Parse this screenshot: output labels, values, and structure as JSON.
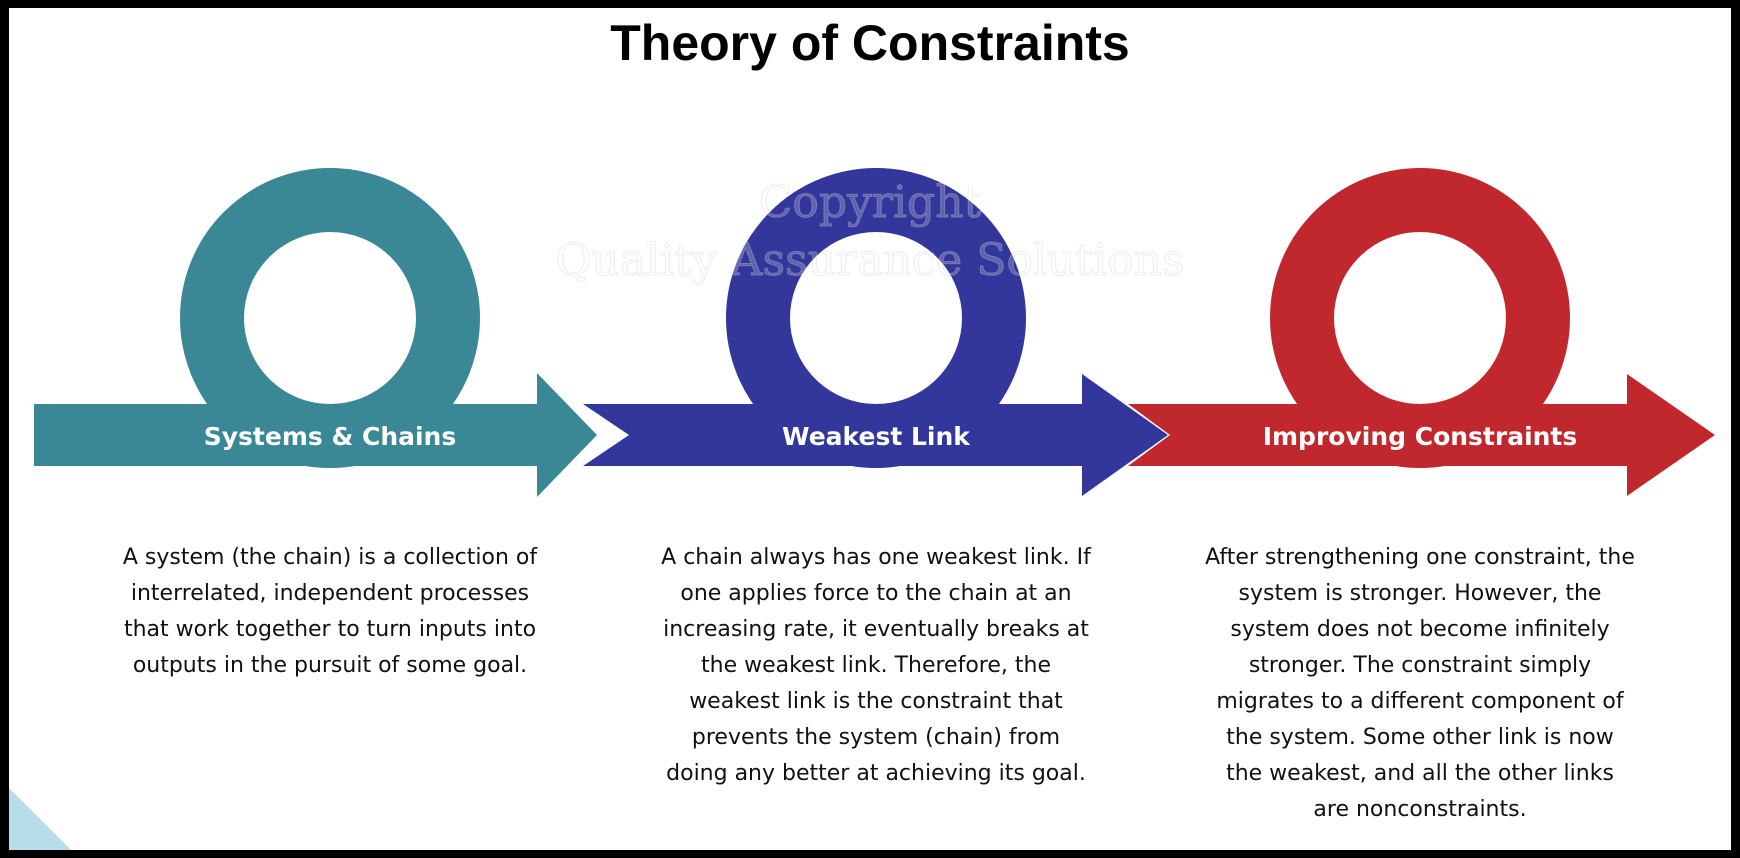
{
  "title": "Theory of Constraints",
  "colors": {
    "teal": "#3a8795",
    "navy": "#33379c",
    "red": "#c0282e",
    "corner": "#b9dde8"
  },
  "watermark": {
    "line1": "Copyright",
    "line2": "Quality Assurance Solutions"
  },
  "steps": [
    {
      "label": "Systems & Chains",
      "description": "A system (the chain) is a collection of interrelated, independent processes that work together to turn inputs into outputs in the pursuit of some goal."
    },
    {
      "label": "Weakest Link",
      "description": "A chain always has one weakest link. If one applies force to the chain at an increasing rate, it eventually breaks at the weakest link. Therefore, the weakest link is the constraint that prevents the system (chain) from doing any better at achieving its goal."
    },
    {
      "label": "Improving Constraints",
      "description": "After strengthening one constraint, the system is stronger. However, the system does not become infinitely stronger. The constraint simply migrates to a different component of the system. Some other link is now the weakest, and all the other links are nonconstraints."
    }
  ]
}
